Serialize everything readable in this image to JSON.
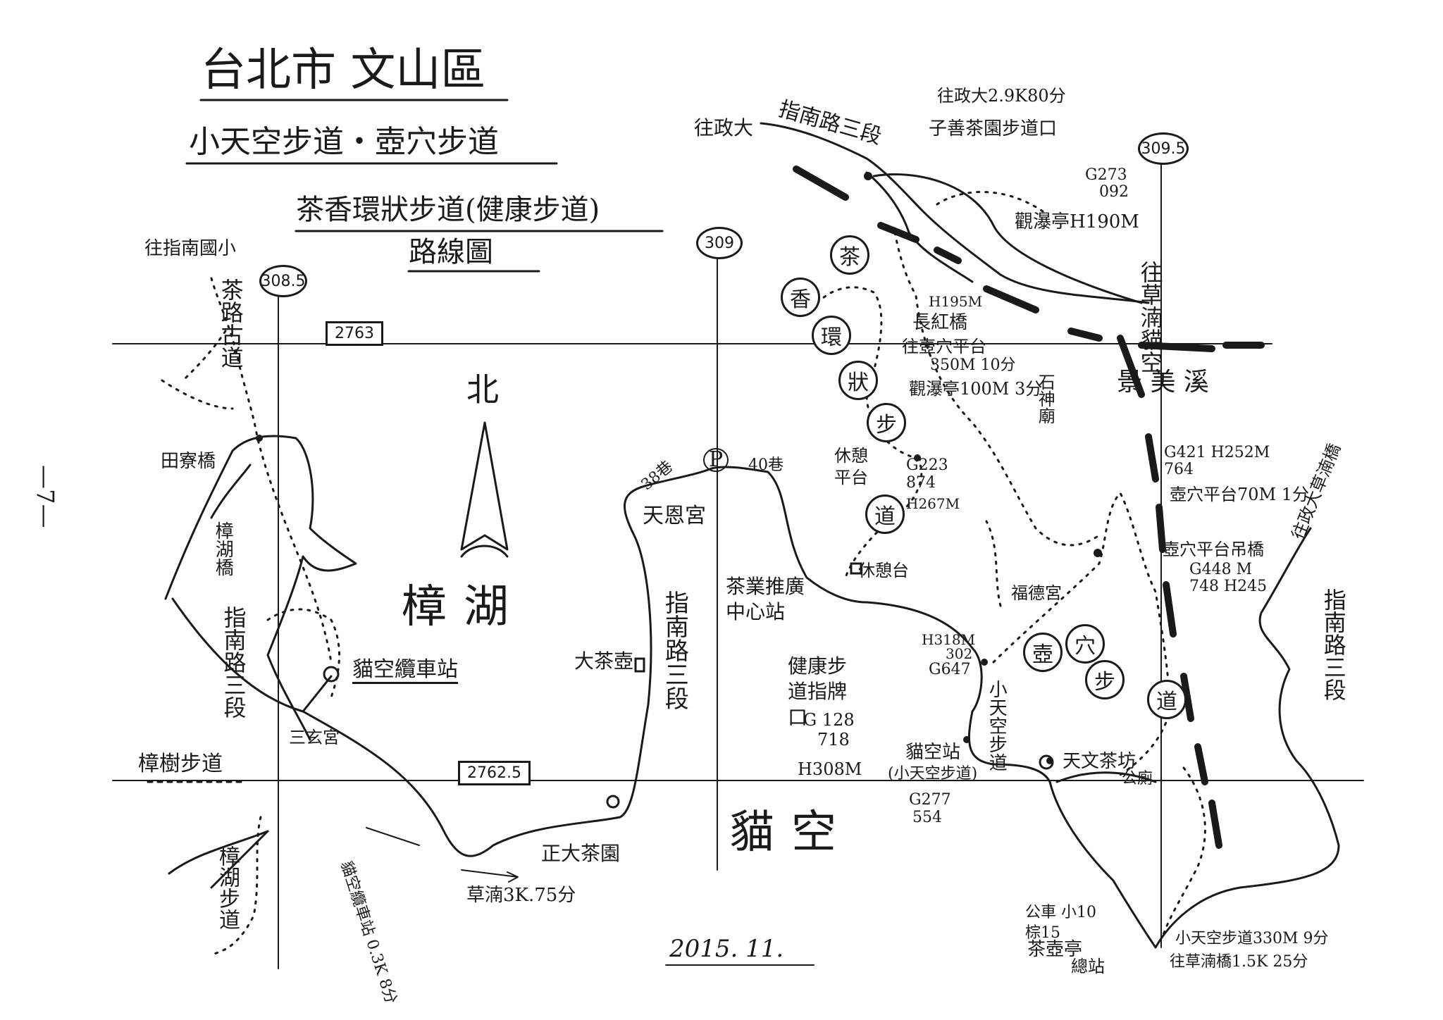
{
  "title": {
    "line1": "台北市 文山區",
    "line2": "小天空步道・壺穴步道",
    "line3": "茶香環狀步道(健康步道)",
    "line4": "路線圖"
  },
  "page_marker": "—7—",
  "date": "2015. 11.",
  "grid": {
    "x_labels": [
      "308.5",
      "309",
      "309.5"
    ],
    "y_labels": [
      "2763",
      "2762.5"
    ]
  },
  "north": "北",
  "areas": {
    "zhanghu": "樟湖",
    "maokong": "貓空",
    "jingmei_creek": "景 美 溪"
  },
  "ring_trail_chars": [
    "茶",
    "香",
    "環",
    "狀",
    "步",
    "道"
  ],
  "hole_trail_chars": [
    "壺",
    "穴",
    "步",
    "道"
  ],
  "labels": {
    "to_zhinan_elem": "往指南國小",
    "tea_road": "茶路古道",
    "tianliao_bridge": "田寮橋",
    "zhanghu_bridge": "樟湖橋",
    "zhinan_rd_left": "指南路三段",
    "maokong_gondola": "貓空纜車站",
    "sanxuan_temple": "三玄宮",
    "zhangshu_trail": "樟樹步道",
    "zhanghu_trail": "樟湖步道",
    "gondola_station_dist": "貓空纜車站 0.3K 8分",
    "caonan_dist": "草湳3K.75分",
    "zhengda_tea": "正大茶園",
    "datea_pot": "大茶壺",
    "zhinan_rd_mid": "指南路三段",
    "tianen_temple": "天恩宮",
    "lane38": "38巷",
    "lane40": "40巷",
    "parking": "P",
    "tea_promo_center": "茶業推廣中心站",
    "rest_pavilion": "休憩台",
    "health_trail_sign": "健康步道指牌口",
    "g128": "G 128",
    "g718": "718",
    "h308": "H308M",
    "to_zhengda": "往政大",
    "zhinan_rd_top": "指南路三段",
    "zhengda_dist": "往政大2.9K80分",
    "ziyan_tea_trail": "子善茶園步道口",
    "g273": "G273",
    "g092": "092",
    "guanpu_pavilion": "觀瀑亭H190M",
    "to_caonan_maokong": "往草湳貓空",
    "h195": "H195M",
    "changhong_bridge": "長紅橋",
    "to_pothole_platform": "往壺穴平台",
    "d350": "350M 10分",
    "guanpu_100": "觀瀑亭100M 3分",
    "shishen_temple": "石神廟",
    "rest_platform": "休憩平台",
    "g223": "G223",
    "g874": "874",
    "h267": "H267M",
    "g421": "G421 H252M",
    "g764": "764",
    "pothole_platform_70": "壺穴平台70M 1分",
    "pothole_bridge": "壺穴平台吊橋",
    "g448": "G448 M",
    "g748": "748 H245",
    "to_zhengda_caonan": "往政大草湳橋",
    "fu_temple": "福德宮",
    "h318": "H318M",
    "g302": "302",
    "g647": "G647",
    "small_sky": "小天空步道",
    "astro_tea": "天文茶坊",
    "maokong_station": "貓空站",
    "small_sky_paren": "(小天空步道)",
    "g277": "G277",
    "g554": "554",
    "toilet": "公廁",
    "bus": "公車 小10 棕15",
    "tea_pot_stop": "茶壺亭",
    "terminal": "總站",
    "small_sky_330": "小天空步道330M 9分",
    "to_caonan_bridge": "往草湳橋1.5K 25分",
    "zhinan_rd_right": "指南路三段"
  },
  "colors": {
    "ink": "#1a1a1a",
    "paper": "#ffffff"
  }
}
